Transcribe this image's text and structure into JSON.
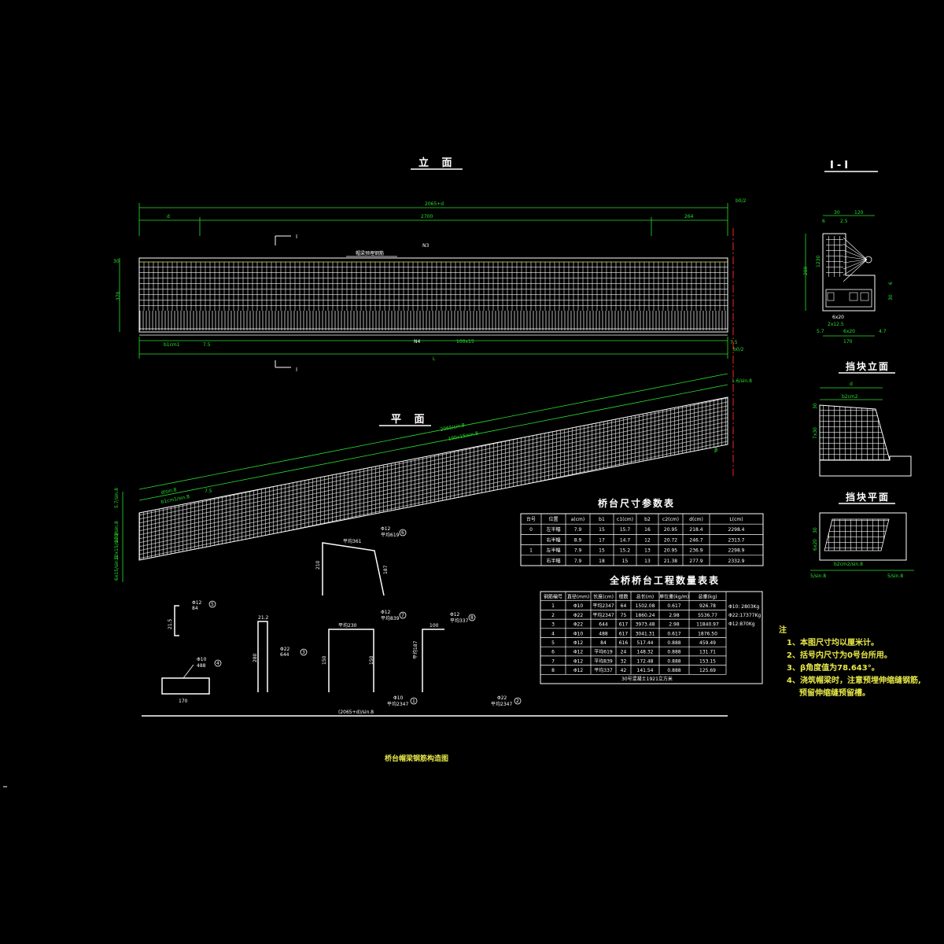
{
  "titles": {
    "elevation": "立 面",
    "plan": "平 面",
    "section": "I-I",
    "block_elevation": "挡块立面",
    "block_plan": "挡块平面",
    "drawing": "桥台帽梁钢筋构造图"
  },
  "elevation": {
    "section_mark_label": "I",
    "dim_total": "2065+d",
    "dim_right": "b0/2",
    "dim_left": "d",
    "dim_mid": "2700",
    "dim_r2": "264",
    "top_label": "N3",
    "beam_label": "帽梁预埋钢筋",
    "dim_height_top": "30",
    "dim_height": "370",
    "bottom_n4": "N4",
    "bottom_left": "b1cm1",
    "bottom_mid": "100x15",
    "bottom_a": "7.5",
    "bottom_b": "7.5",
    "bottom_c": "b0/2",
    "dim_L": "L"
  },
  "plan": {
    "dim1": "1.6/sin.8",
    "dim2": "2065/sin.8",
    "dim3": "100x15/sin.8",
    "dim4": "d/sin.8",
    "dim5": "b1cm1/sin.8",
    "dim6": "7.5",
    "angle": "β",
    "side1": "5.7/sin.8",
    "side2": "170/sin.8",
    "side3": "12x15/sin.8",
    "side4": "6x15/sin.8",
    "side5": "5.7/sin.8"
  },
  "bars": [
    {
      "num": "1",
      "dia": "Φ10",
      "len": "(2065+d)/sin.8",
      "note": "平均2347"
    },
    {
      "num": "2",
      "dia": "Φ22",
      "len": "平均2347",
      "note": ""
    },
    {
      "num": "3",
      "dia": "Φ22",
      "len": "644",
      "note": ""
    },
    {
      "num": "4",
      "dia": "Φ10",
      "len": "488",
      "note": "170"
    },
    {
      "num": "5",
      "dia": "Φ12",
      "len": "84",
      "note": "21.5"
    },
    {
      "num": "6",
      "dia": "Φ12",
      "len": "平均619",
      "note": "平均361"
    },
    {
      "num": "7",
      "dia": "Φ12",
      "len": "平均839",
      "note": "平均230"
    },
    {
      "num": "8",
      "dia": "Φ12",
      "len": "平均337",
      "note": "100"
    }
  ],
  "bar_dims": {
    "b6_top": "平均361",
    "b6_left": "210",
    "b6_right": "187",
    "b3_top": "21.2",
    "b3_h": "280",
    "b7_top": "平均230",
    "b7_left": "150",
    "b7_right": "150",
    "b8_top": "100",
    "b8_h": "平均187",
    "b5_h": "21.5"
  },
  "param_table": {
    "title": "桥台尺寸参数表",
    "headers": [
      "台号",
      "位置",
      "a(cm)",
      "b1",
      "c1(cm)",
      "b2",
      "c2(cm)",
      "d(cm)",
      "L(cm)"
    ],
    "rows": [
      [
        "0",
        "左半幅",
        "7.9",
        "15",
        "15.7",
        "16",
        "20.95",
        "218.4",
        "2298.4"
      ],
      [
        "",
        "右半幅",
        "8.9",
        "17",
        "14.7",
        "12",
        "20.72",
        "246.7",
        "2313.7"
      ],
      [
        "1",
        "左半幅",
        "7.9",
        "15",
        "15.2",
        "13",
        "20.95",
        "236.9",
        "2298.9"
      ],
      [
        "",
        "右半幅",
        "7.9",
        "18",
        "15",
        "13",
        "21.38",
        "277.9",
        "2332.9"
      ]
    ]
  },
  "qty_table": {
    "title": "全桥桥台工程数量表表",
    "headers": [
      "钢筋编号",
      "直径(mm)",
      "长度(cm)",
      "根数",
      "总长(m)",
      "单位重(kg/m)",
      "总重(kg)",
      ""
    ],
    "rows": [
      [
        "1",
        "Φ10",
        "平均2347",
        "64",
        "1502.08",
        "0.617",
        "926.78"
      ],
      [
        "2",
        "Φ22",
        "平均2347",
        "75",
        "1860.24",
        "2.98",
        "5536.77"
      ],
      [
        "3",
        "Φ22",
        "644",
        "617",
        "3973.48",
        "2.98",
        "11840.97"
      ],
      [
        "4",
        "Φ10",
        "488",
        "617",
        "3041.31",
        "0.617",
        "1876.50"
      ],
      [
        "5",
        "Φ12",
        "84",
        "616",
        "517.44",
        "0.888",
        "459.49"
      ],
      [
        "6",
        "Φ12",
        "平均619",
        "24",
        "148.32",
        "0.888",
        "131.71"
      ],
      [
        "7",
        "Φ12",
        "平均839",
        "32",
        "172.48",
        "0.888",
        "153.15"
      ],
      [
        "8",
        "Φ12",
        "平均337",
        "42",
        "141.54",
        "0.888",
        "125.69"
      ]
    ],
    "totals": [
      "Φ10: 2803Kg",
      "Φ22:17377Kg",
      "Φ12:870Kg"
    ],
    "footer": "30号混凝土1921立方米"
  },
  "notes": {
    "head": "注",
    "items": [
      "1、本图尺寸均以厘米计。",
      "2、括号内尺寸为0号台所用。",
      "3、β角度值为78.643°。",
      "4、浇筑帽梁时，注意预埋伸缩缝钢筋,",
      "预留伸缩缝预留槽。"
    ]
  },
  "section": {
    "dim_a": "30",
    "dim_b": "120",
    "dim_c": "6",
    "dim_d": "2.5",
    "h1": "280",
    "h2": "1230",
    "h3": "30",
    "h4": "6",
    "bot1": "2x12.5",
    "bot2": "170",
    "bot3": "5.7",
    "bot4": "4.7",
    "bot5": "6x20"
  },
  "block": {
    "top": "d",
    "mid": "b2cm2",
    "left1": "30",
    "left2": "7x30",
    "p_left": "30",
    "p_mid": "6x20",
    "p_bot": "b2cm2/sin.8",
    "p_b1": "5/sin.8",
    "p_b2": "5/sin.8"
  },
  "colors": {
    "background": "#000000",
    "line": "#ffffff",
    "dimension": "#29e02d",
    "text_yellow": "#e8e84a",
    "accent_red": "#ff2020"
  }
}
